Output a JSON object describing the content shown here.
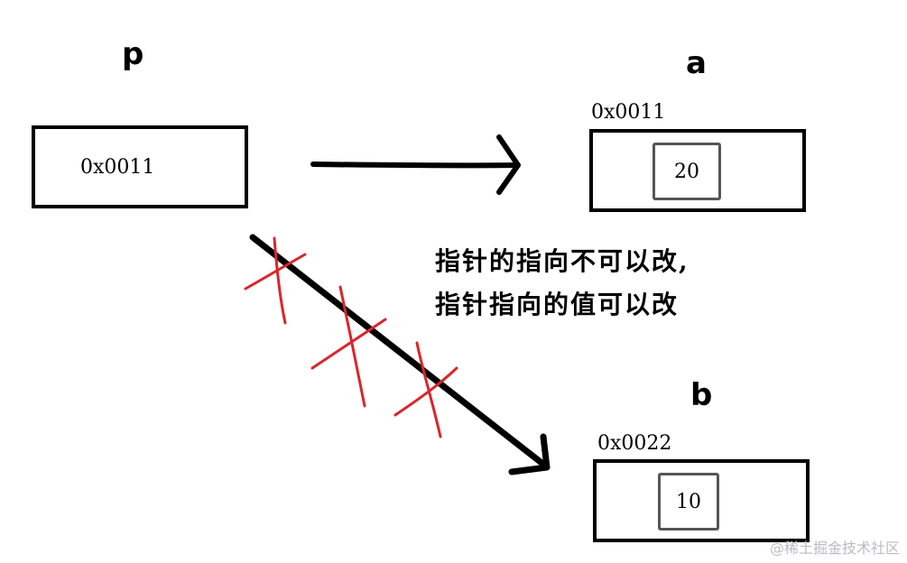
{
  "pointer": {
    "name": "p",
    "value": "0x0011"
  },
  "var_a": {
    "name": "a",
    "address": "0x0011",
    "value": "20"
  },
  "var_b": {
    "name": "b",
    "address": "0x0022",
    "value": "10"
  },
  "note": {
    "line1": "指针的指向不可以改,",
    "line2": "指针指向的值可以改"
  },
  "watermark": "@稀土掘金技术社区",
  "colors": {
    "ink": "#000000",
    "cross": "#d9262b",
    "inner_border": "#555555"
  }
}
